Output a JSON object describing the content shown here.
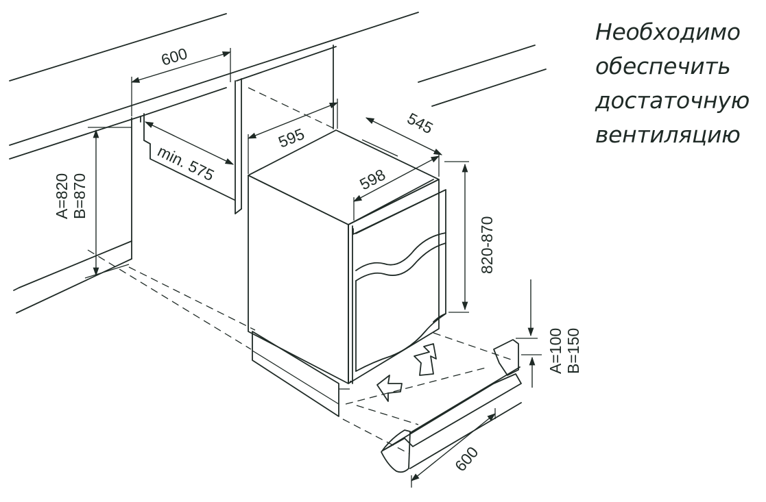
{
  "note": {
    "lines": [
      "Необходимо",
      "обеспечить",
      "достаточную",
      "вентиляцию"
    ],
    "color": "#1f2a26"
  },
  "dimensions": {
    "niche_width": "600",
    "appliance_depth": "595",
    "niche_depth_min": "min. 575",
    "appliance_top_depth": "545",
    "appliance_width": "598",
    "appliance_height": "820-870",
    "countertop_height_a": "A=820",
    "countertop_height_b": "B=870",
    "plinth_height_a": "A=100",
    "plinth_height_b": "B=150",
    "plinth_width": "600"
  },
  "colors": {
    "line": "#1f2a26",
    "background": "#ffffff"
  }
}
